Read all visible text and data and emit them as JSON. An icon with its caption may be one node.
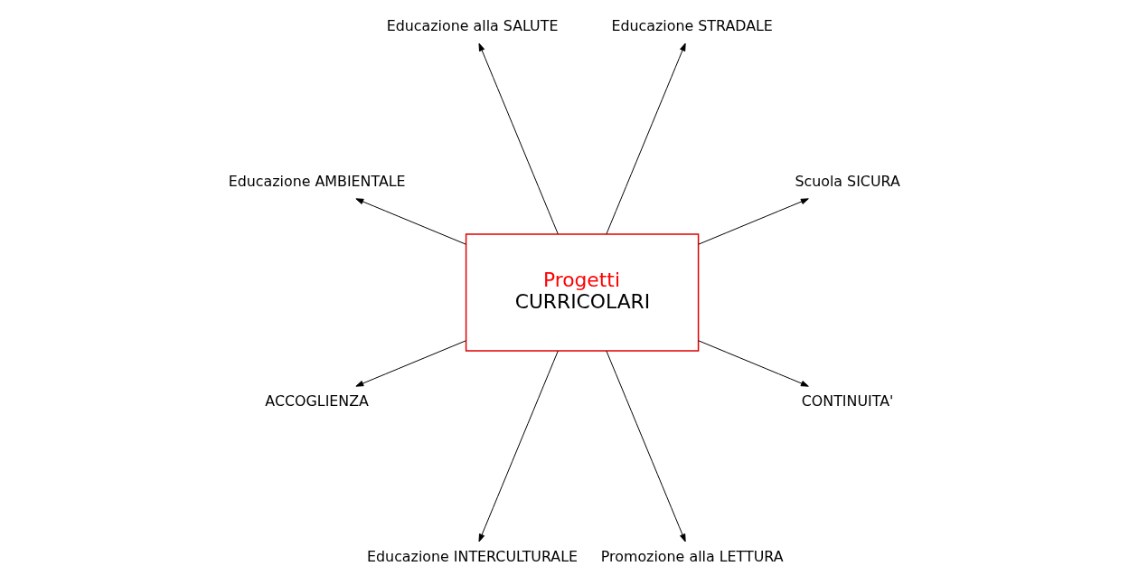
{
  "diagram": {
    "nodes": [
      {
        "text": [
          "Progetti",
          "CURRICOLARI"
        ]
      },
      {
        "text": [
          "Scuola SICURA"
        ]
      },
      {
        "text": [
          "Educazione STRADALE"
        ]
      },
      {
        "text": [
          "Educazione alla SALUTE"
        ]
      },
      {
        "text": [
          "Educazione AMBIENTALE"
        ]
      },
      {
        "text": [
          "ACCOGLIENZA"
        ]
      },
      {
        "text": [
          "Educazione INTERCULTURALE"
        ]
      },
      {
        "text": [
          "Promozione alla LETTURA"
        ]
      },
      {
        "text": [
          "CONTINUITA'"
        ]
      }
    ],
    "edges": [
      {
        "from": 0,
        "to": 1,
        "arrow": "to"
      },
      {
        "from": 0,
        "to": 3,
        "arrow": "to"
      },
      {
        "from": 0,
        "to": 5,
        "arrow": "to"
      },
      {
        "from": 0,
        "to": 8,
        "arrow": "to"
      },
      {
        "from": 0,
        "to": 7,
        "arrow": "to"
      },
      {
        "from": 0,
        "to": 6,
        "arrow": "to"
      },
      {
        "from": 0,
        "to": 4,
        "arrow": "to"
      },
      {
        "from": 0,
        "to": 2,
        "arrow": "to"
      }
    ]
  }
}
